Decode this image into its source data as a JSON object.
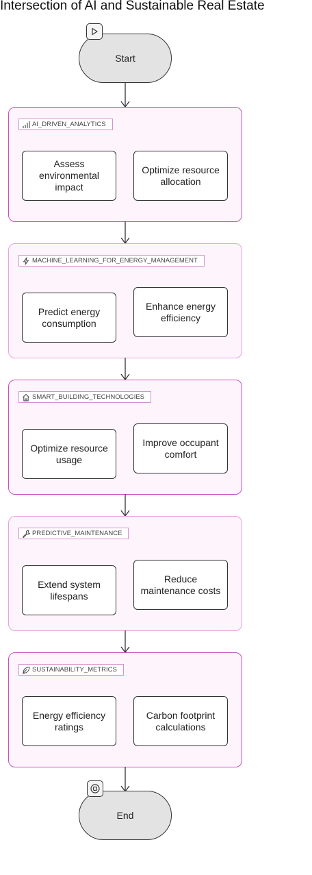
{
  "diagram": {
    "title": "Intersection of AI and Sustainable Real Estate",
    "start_label": "Start",
    "end_label": "End",
    "groups": [
      {
        "tag": "AI_DRIVEN_ANALYTICS",
        "icon": "bar-chart-icon",
        "nodes": [
          {
            "label": "Assess environmental impact"
          },
          {
            "label": "Optimize resource allocation"
          }
        ]
      },
      {
        "tag": "MACHINE_LEARNING_FOR_ENERGY_MANAGEMENT",
        "icon": "lightning-icon",
        "nodes": [
          {
            "label": "Predict energy consumption"
          },
          {
            "label": "Enhance energy efficiency"
          }
        ]
      },
      {
        "tag": "SMART_BUILDING_TECHNOLOGIES",
        "icon": "house-icon",
        "nodes": [
          {
            "label": "Optimize resource usage"
          },
          {
            "label": "Improve occupant comfort"
          }
        ]
      },
      {
        "tag": "PREDICTIVE_MAINTENANCE",
        "icon": "wrench-icon",
        "nodes": [
          {
            "label": "Extend system lifespans"
          },
          {
            "label": "Reduce maintenance costs"
          }
        ]
      },
      {
        "tag": "SUSTAINABILITY_METRICS",
        "icon": "leaf-icon",
        "nodes": [
          {
            "label": "Energy efficiency ratings"
          },
          {
            "label": "Carbon footprint calculations"
          }
        ]
      }
    ],
    "colors": {
      "group_border": "#c94fbe",
      "group_fill": "#fdf4fc",
      "terminal_fill": "#e3e3e3",
      "stroke": "#333333"
    }
  }
}
